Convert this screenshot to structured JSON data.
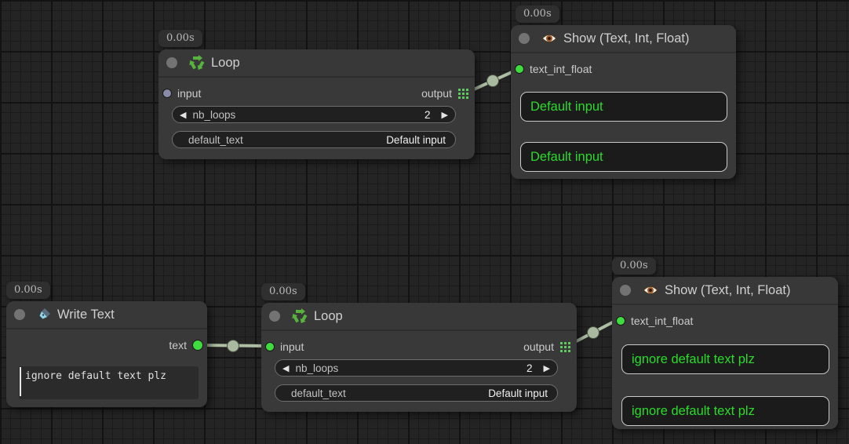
{
  "colors": {
    "node_bg": "#393939",
    "accent_green": "#3fdc3f",
    "value_green": "#2bdb2b",
    "link": "#aebfa6",
    "unconnected_slot": "#8a8ba8"
  },
  "icons": {
    "collapse_icon": "dot",
    "loop_icon": "recycle",
    "show_icon": "eye",
    "write_icon": "pen-nib",
    "output_icon": "grid-dots",
    "arrow_left": "◀",
    "arrow_right": "▶"
  },
  "nodes": {
    "loop1": {
      "timer": "0.00s",
      "title": "Loop",
      "input_label": "input",
      "output_label": "output",
      "nb_loops_label": "nb_loops",
      "nb_loops_value": "2",
      "default_text_label": "default_text",
      "default_text_value": "Default input"
    },
    "show1": {
      "timer": "0.00s",
      "title": "Show (Text, Int, Float)",
      "input_label": "text_int_float",
      "values": [
        "Default input",
        "Default input"
      ]
    },
    "write1": {
      "timer": "0.00s",
      "title": "Write Text",
      "output_label": "text",
      "text_value": "ignore default text plz"
    },
    "loop2": {
      "timer": "0.00s",
      "title": "Loop",
      "input_label": "input",
      "output_label": "output",
      "nb_loops_label": "nb_loops",
      "nb_loops_value": "2",
      "default_text_label": "default_text",
      "default_text_value": "Default input"
    },
    "show2": {
      "timer": "0.00s",
      "title": "Show (Text, Int, Float)",
      "input_label": "text_int_float",
      "values": [
        "ignore default text plz",
        "ignore default text plz"
      ]
    }
  },
  "links": [
    {
      "from": "loop1.output",
      "to": "show1.text_int_float"
    },
    {
      "from": "write1.text",
      "to": "loop2.input"
    },
    {
      "from": "loop2.output",
      "to": "show2.text_int_float"
    }
  ]
}
